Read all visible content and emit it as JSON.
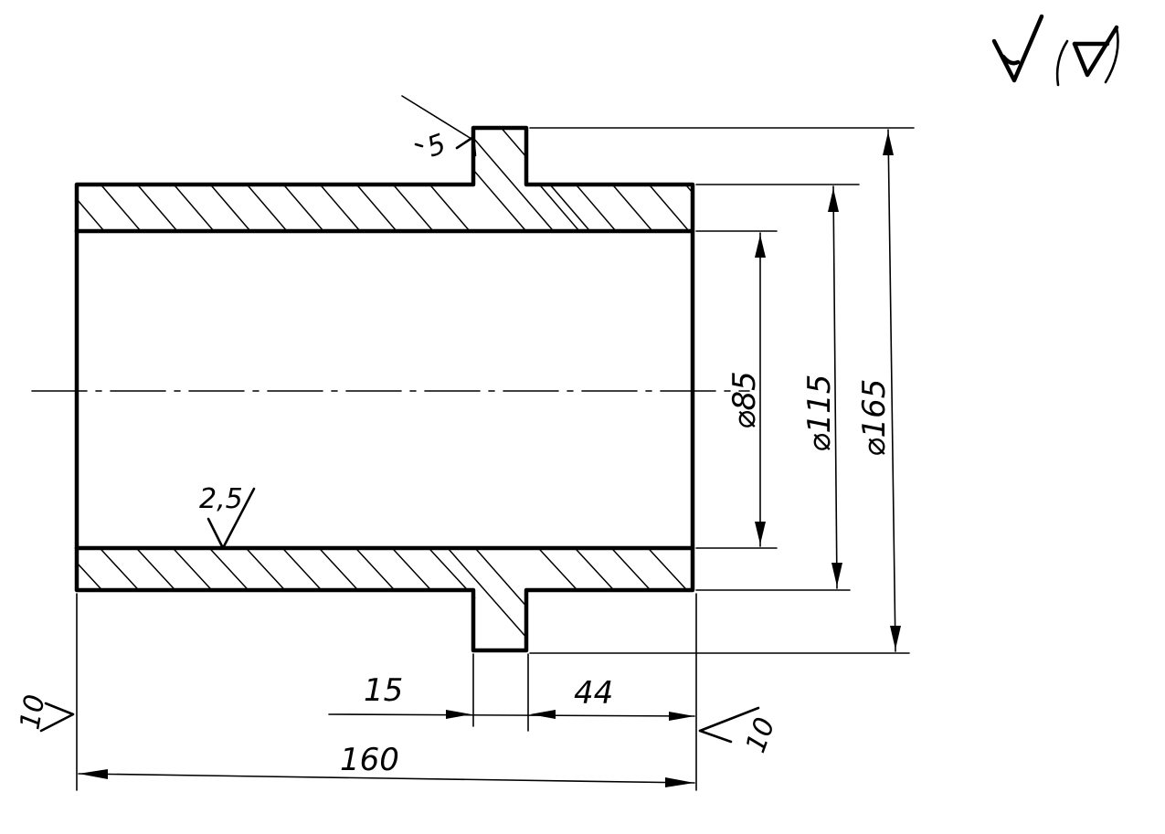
{
  "drawing": {
    "dimensions": {
      "total_length": "160",
      "flange_offset": "44",
      "flange_width": "15",
      "bore_diameter": "⌀85",
      "outer_diameter": "⌀115",
      "flange_diameter": "⌀165"
    },
    "surface_finish": {
      "bore": "2,5",
      "flange_side": "5",
      "left_face": "10",
      "right_face": "10"
    }
  }
}
